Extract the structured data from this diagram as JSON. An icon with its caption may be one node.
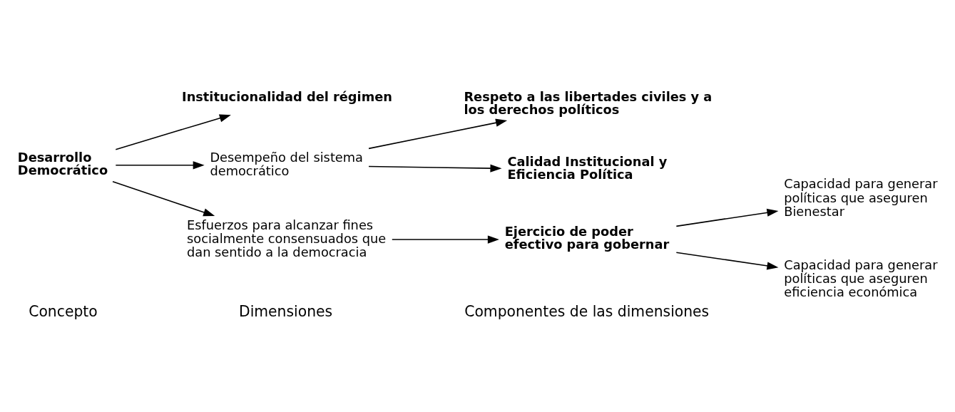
{
  "diagram": {
    "nodes": [
      {
        "text": [
          "Desarrollo Democrático"
        ]
      },
      {
        "text": [
          "Institucionalidad del régimen"
        ]
      },
      {
        "text": [
          "Desempeño del sistema democrático"
        ]
      },
      {
        "text": [
          "Esfuerzos para alcanzar fines socialmente consensuados que dan sentido a la democracia"
        ]
      },
      {
        "text": [
          "Respeto a las libertades civiles y a los derechos políticos"
        ]
      },
      {
        "text": [
          "Calidad Institucional y Eficiencia Política"
        ]
      },
      {
        "text": [
          "Ejercicio de poder efectivo para gobernar"
        ]
      },
      {
        "text": [
          "Capacidad para generar políticas que aseguren Bienestar"
        ]
      },
      {
        "text": [
          "Capacidad para generar políticas que aseguren eficiencia económica"
        ]
      }
    ],
    "edges": [
      {
        "from": 0,
        "to": 1,
        "arrow": "to"
      },
      {
        "from": 0,
        "to": 2,
        "arrow": "to"
      },
      {
        "from": 0,
        "to": 3,
        "arrow": "to"
      },
      {
        "from": 2,
        "to": 4,
        "arrow": "to"
      },
      {
        "from": 2,
        "to": 5,
        "arrow": "to"
      },
      {
        "from": 3,
        "to": 6,
        "arrow": "to"
      },
      {
        "from": 6,
        "to": 7,
        "arrow": "to"
      },
      {
        "from": 6,
        "to": 8,
        "arrow": "to"
      }
    ],
    "labels": [
      "Concepto",
      "Dimensiones",
      "Componentes de las dimensiones"
    ]
  }
}
